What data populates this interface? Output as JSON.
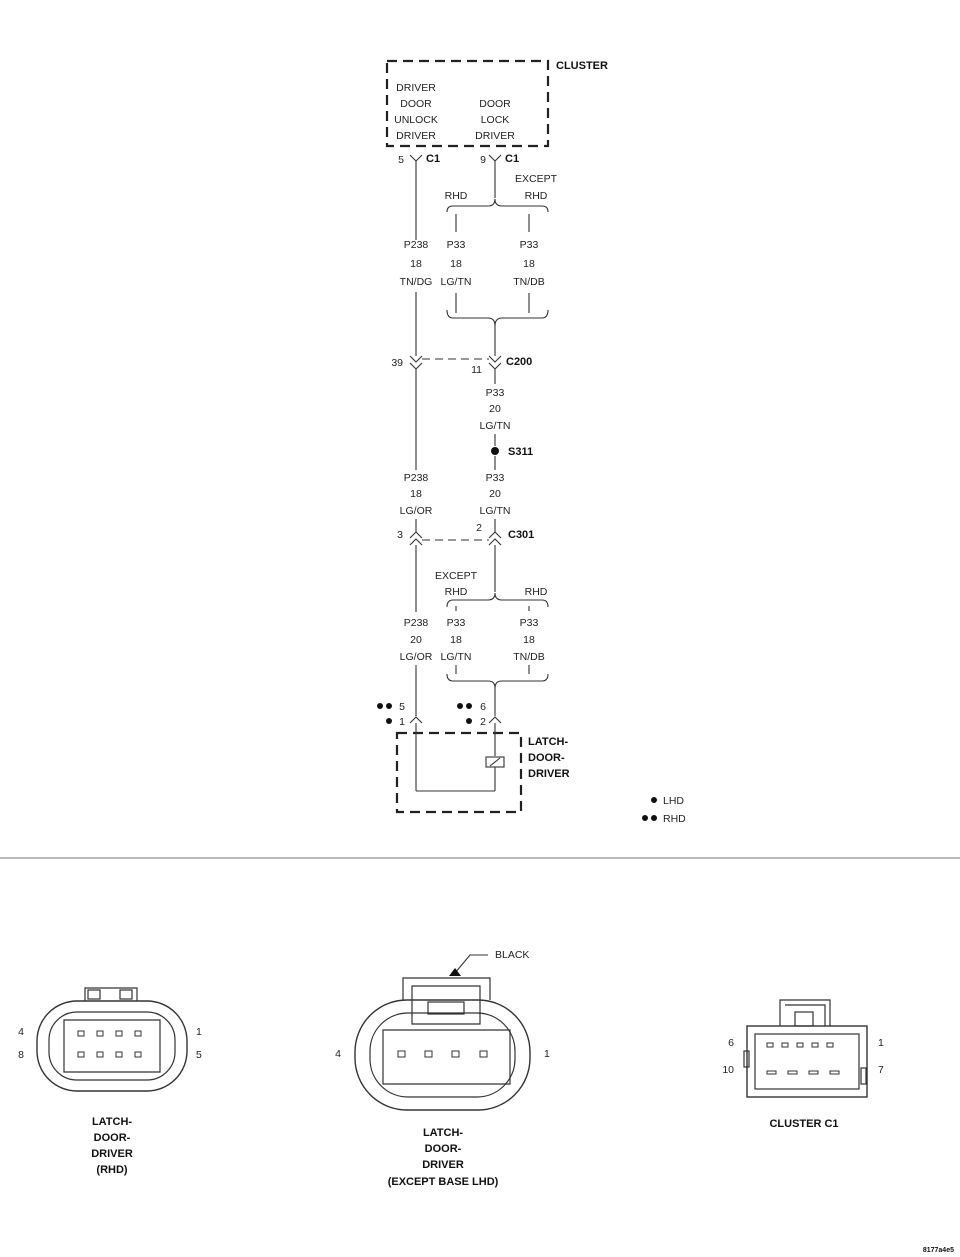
{
  "cluster": {
    "title": "CLUSTER",
    "unlock_driver": [
      "DRIVER",
      "DOOR",
      "UNLOCK",
      "DRIVER"
    ],
    "lock_driver": [
      "DOOR",
      "LOCK",
      "DRIVER"
    ]
  },
  "pins": {
    "c1_unlock_pin": "5",
    "c1_unlock_conn": "C1",
    "c1_lock_pin": "9",
    "c1_lock_conn": "C1",
    "c200_left_pin": "39",
    "c200_right_pin": "11",
    "c200_conn": "C200",
    "splice": "S311",
    "c301_left_pin": "3",
    "c301_right_pin": "2",
    "c301_conn": "C301",
    "latch_pin_rhd_left": "5",
    "latch_pin_lhd_left": "1",
    "latch_pin_rhd_right": "6",
    "latch_pin_lhd_right": "2"
  },
  "branches": {
    "top_rhd": "RHD",
    "top_except": [
      "EXCEPT",
      "RHD"
    ],
    "bottom_except": [
      "EXCEPT",
      "RHD"
    ],
    "bottom_rhd": "RHD"
  },
  "wires": {
    "p238_top": [
      "P238",
      "18",
      "TN/DG"
    ],
    "p33_top_rhd": [
      "P33",
      "18",
      "LG/TN"
    ],
    "p33_top_except": [
      "P33",
      "18",
      "TN/DB"
    ],
    "p33_mid": [
      "P33",
      "20",
      "LG/TN"
    ],
    "p238_mid": [
      "P238",
      "18",
      "LG/OR"
    ],
    "p33_mid2": [
      "P33",
      "20",
      "LG/TN"
    ],
    "p238_bottom": [
      "P238",
      "20",
      "LG/OR"
    ],
    "p33_bottom_except": [
      "P33",
      "18",
      "LG/TN"
    ],
    "p33_bottom_rhd": [
      "P33",
      "18",
      "TN/DB"
    ]
  },
  "latch": {
    "title": [
      "LATCH-",
      "DOOR-",
      "DRIVER"
    ]
  },
  "legend": {
    "single": "LHD",
    "double": "RHD"
  },
  "connectors": {
    "rhd": {
      "pin_top_left": "4",
      "pin_top_right": "1",
      "pin_bottom_left": "8",
      "pin_bottom_right": "5",
      "label": [
        "LATCH-",
        "DOOR-",
        "DRIVER",
        "(RHD)"
      ]
    },
    "except_base": {
      "callout": "BLACK",
      "pin_left": "4",
      "pin_right": "1",
      "label": [
        "LATCH-",
        "DOOR-",
        "DRIVER",
        "(EXCEPT BASE LHD)"
      ]
    },
    "cluster_c1": {
      "pin_top_left": "6",
      "pin_top_right": "1",
      "pin_bottom_left": "10",
      "pin_bottom_right": "7",
      "label": "CLUSTER C1"
    }
  },
  "figure_id": "8177a4e5"
}
